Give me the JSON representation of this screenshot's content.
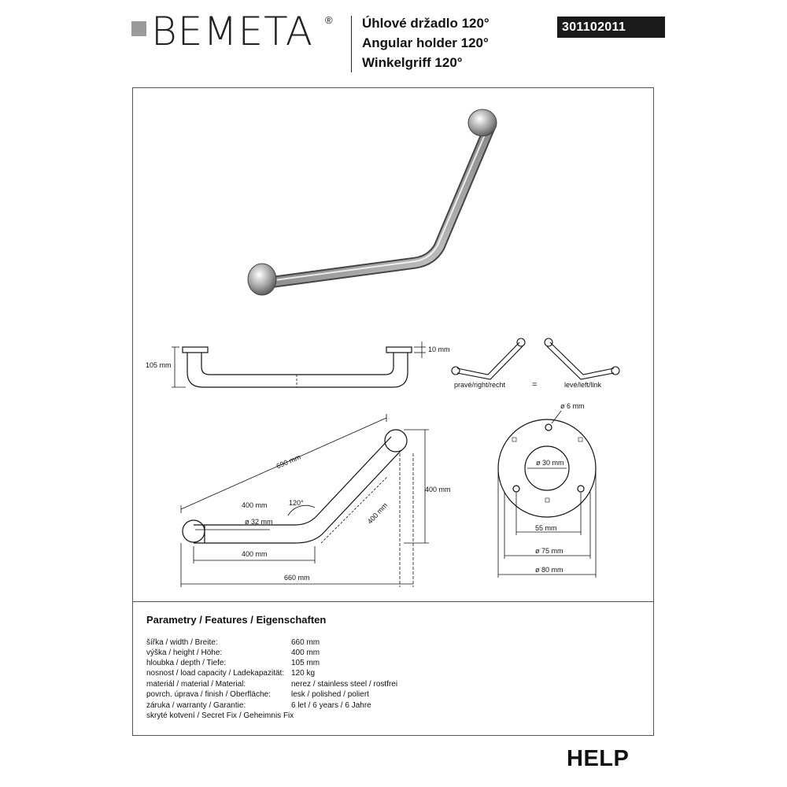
{
  "header": {
    "brand": "Bemeta",
    "registered_mark": "®",
    "titles": [
      "Úhlové držadlo 120°",
      "Angular holder 120°",
      "Winkelgriff 120°"
    ],
    "product_code": "301102011"
  },
  "drawing": {
    "top_view": {
      "height_label": "105 mm",
      "flange_label": "10 mm"
    },
    "orientation": {
      "right_label": "pravé/right/recht",
      "equals": "=",
      "left_label": "levé/left/link"
    },
    "front_view": {
      "diagonal": "690 mm",
      "segment_top": "400 mm",
      "angle": "120°",
      "tube_diameter": "ø 32 mm",
      "segment_bottom": "400 mm",
      "segment_slant": "400 mm",
      "height": "400 mm",
      "width": "660 mm"
    },
    "rosette": {
      "screw_hole": "ø 6 mm",
      "inner": "ø 30 mm",
      "hole_spacing": "55 mm",
      "middle": "ø 75 mm",
      "outer": "ø 80 mm"
    }
  },
  "features": {
    "title": "Parametry / Features / Eigenschaften",
    "rows": [
      {
        "label": "šířka / width / Breite:",
        "value": "660 mm"
      },
      {
        "label": "výška / height / Höhe:",
        "value": "400 mm"
      },
      {
        "label": "hloubka / depth / Tiefe:",
        "value": "105 mm"
      },
      {
        "label": "nosnost / load capacity / Ladekapazität:",
        "value": "120 kg"
      },
      {
        "label": "materiál / material / Material:",
        "value": "nerez / stainless steel / rostfrei"
      },
      {
        "label": "povrch. úprava / finish / Oberfläche:",
        "value": "lesk / polished / poliert"
      },
      {
        "label": "záruka / warranty / Garantie:",
        "value": "6 let / 6 years / 6 Jahre"
      },
      {
        "label": "skryté kotvení / Secret Fix / Geheimnis Fix",
        "value": ""
      }
    ]
  },
  "footer": {
    "series": "HELP"
  }
}
